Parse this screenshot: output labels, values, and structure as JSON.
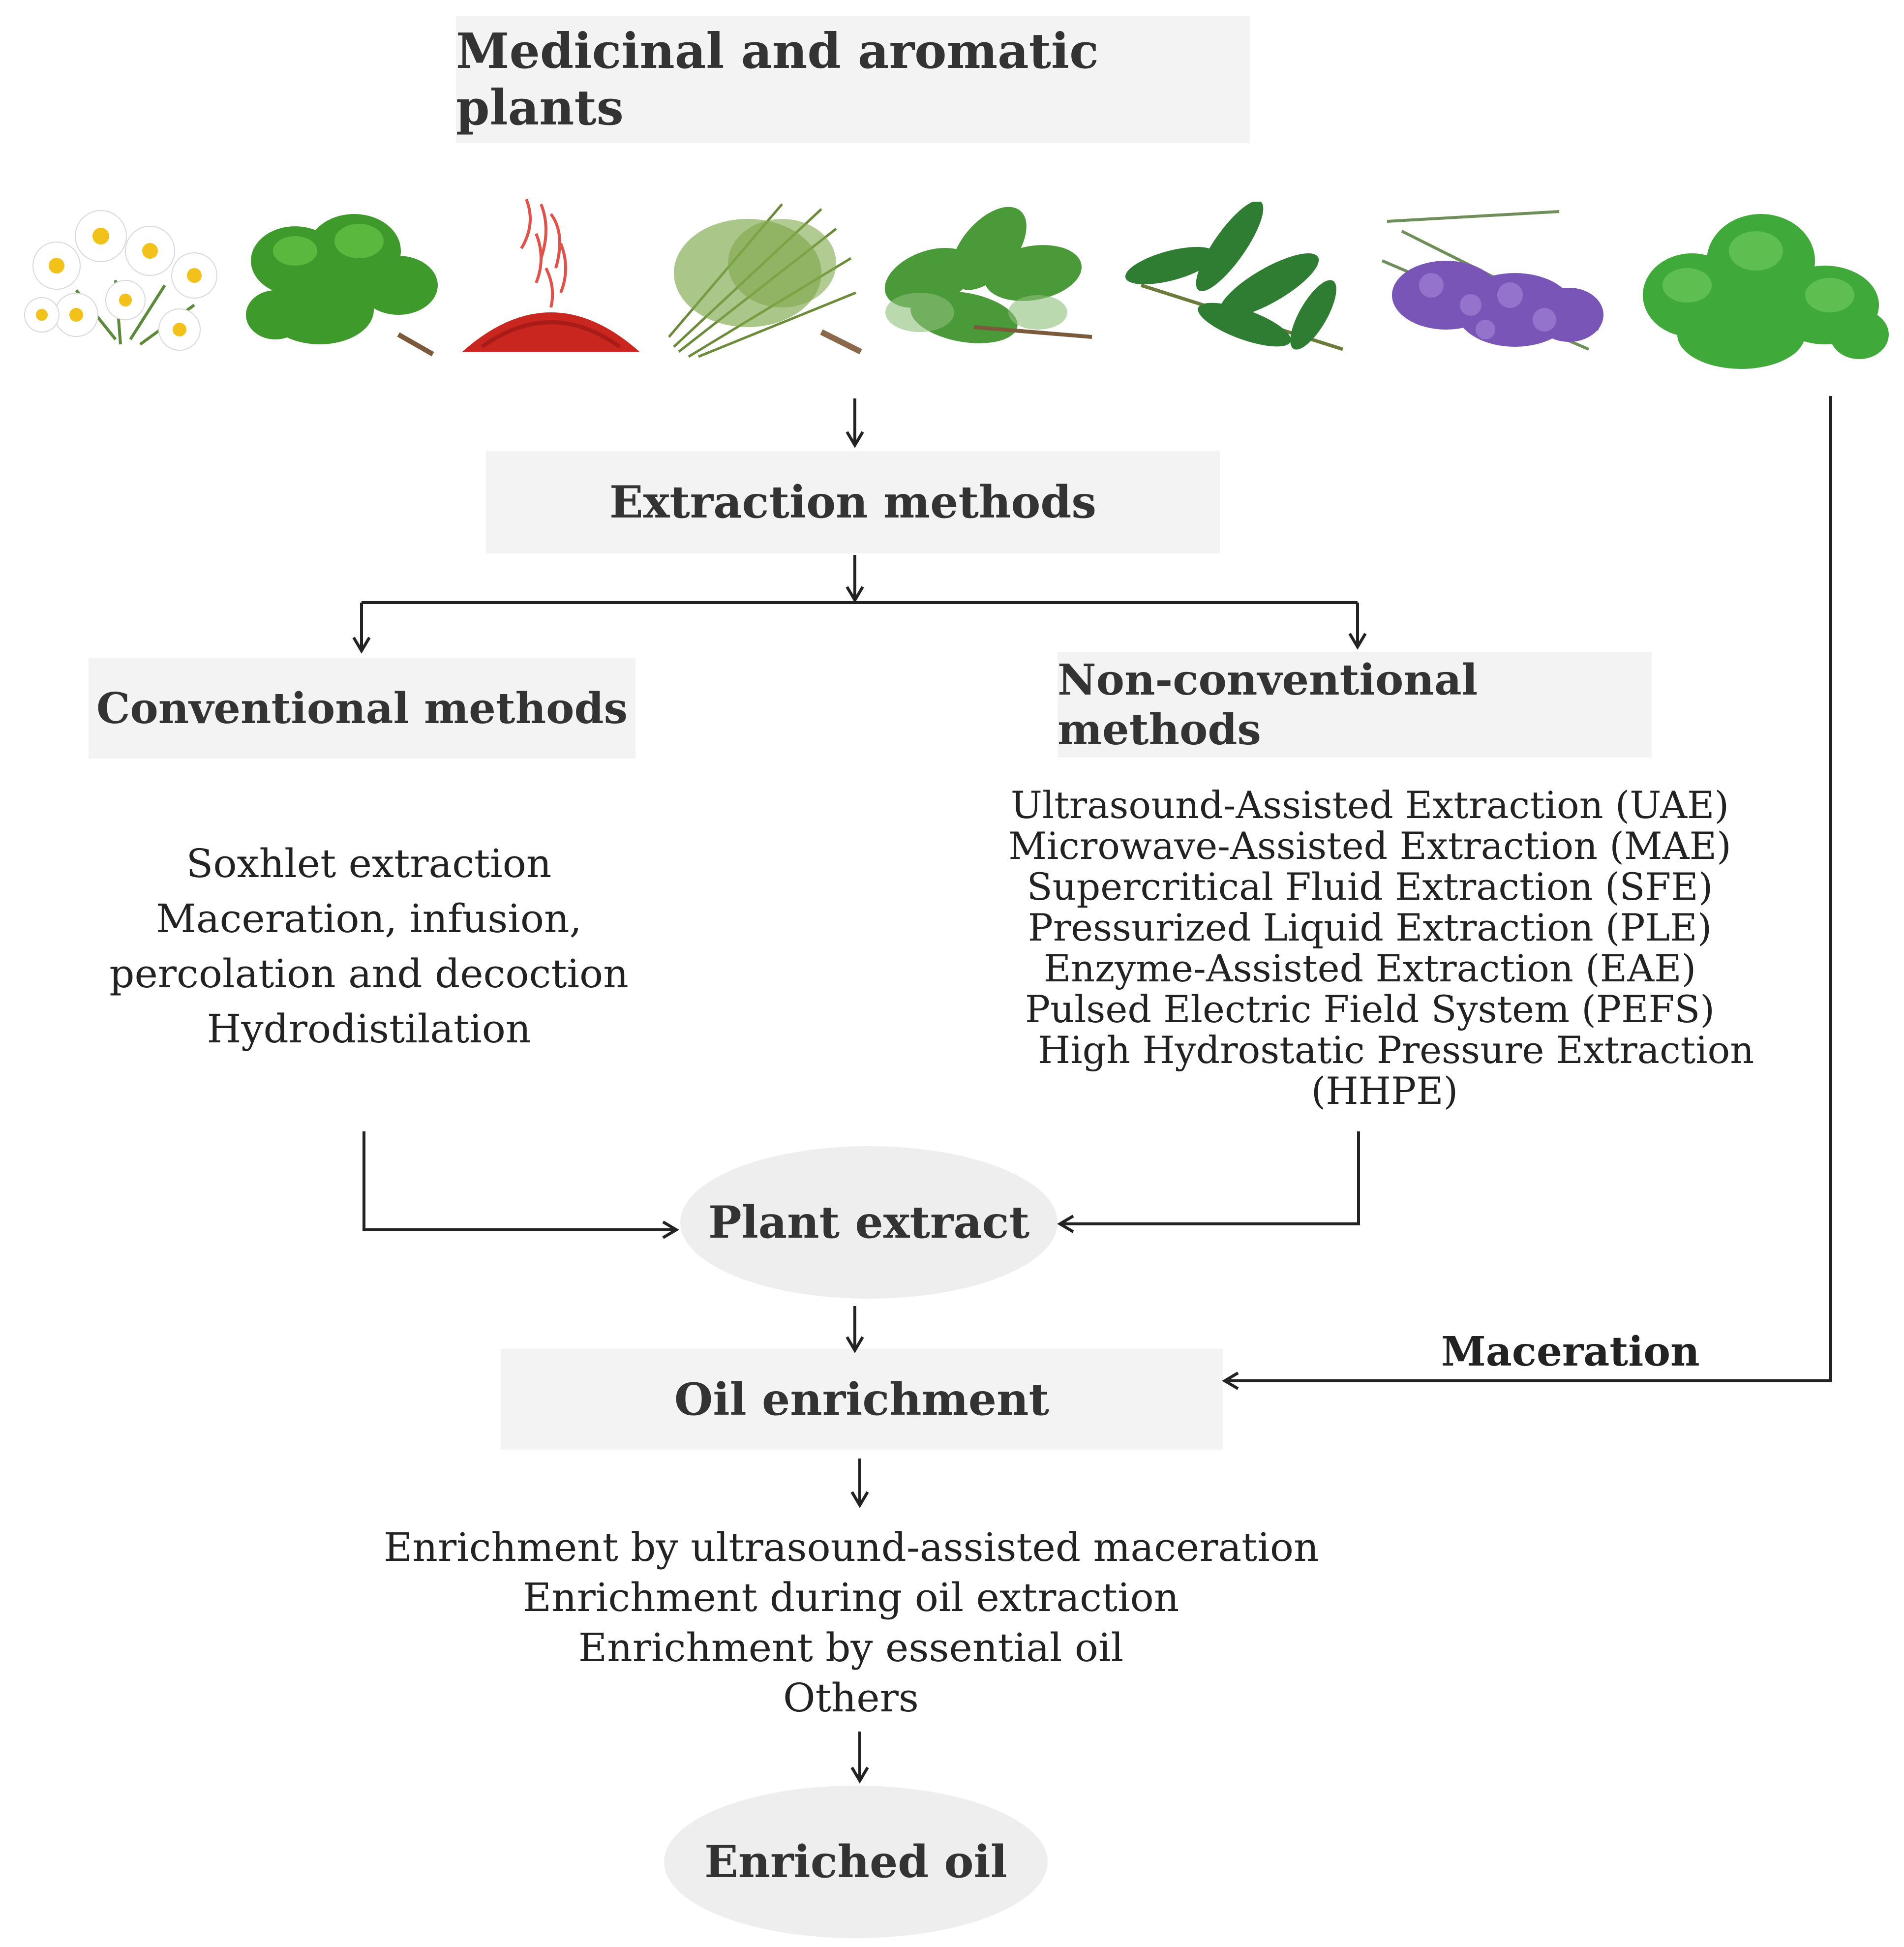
{
  "top": {
    "title": "Medicinal and aromatic plants"
  },
  "plants": [
    {
      "name": "chamomile-icon"
    },
    {
      "name": "basil-icon"
    },
    {
      "name": "saffron-icon"
    },
    {
      "name": "thyme-icon"
    },
    {
      "name": "sage-icon"
    },
    {
      "name": "bay-leaf-icon"
    },
    {
      "name": "lavender-icon"
    },
    {
      "name": "mint-icon"
    }
  ],
  "extraction": {
    "title": "Extraction methods"
  },
  "conventional": {
    "title": "Conventional methods",
    "items": [
      "Soxhlet extraction",
      "Maceration, infusion,",
      "percolation and decoction",
      "Hydrodistilation"
    ]
  },
  "non_conventional": {
    "title": "Non-conventional methods",
    "items": [
      "Ultrasound-Assisted Extraction (UAE)",
      "Microwave-Assisted Extraction (MAE)",
      "Supercritical Fluid Extraction (SFE)",
      "Pressurized Liquid Extraction (PLE)",
      "Enzyme-Assisted Extraction (EAE)",
      "Pulsed Electric Field System (PEFS)",
      "High Hydrostatic Pressure Extraction",
      "(HHPE)"
    ]
  },
  "plant_extract": {
    "label": "Plant extract"
  },
  "oil_enrichment": {
    "title": "Oil enrichment",
    "items": [
      "Enrichment by ultrasound-assisted maceration",
      "Enrichment during oil extraction",
      "Enrichment by essential oil",
      "Others"
    ]
  },
  "maceration": {
    "label": "Maceration"
  },
  "enriched_oil": {
    "label": "Enriched oil"
  },
  "colors": {
    "box_fill": "#f3f3f3",
    "ellipse_fill": "#eeeeee",
    "line": "#222222",
    "chamomile_petal": "#ffffff",
    "chamomile_center": "#f2c21b",
    "leaf_green": "#3f9a2c",
    "saffron_red": "#c8261f",
    "lavender_purple": "#7a55b8"
  }
}
